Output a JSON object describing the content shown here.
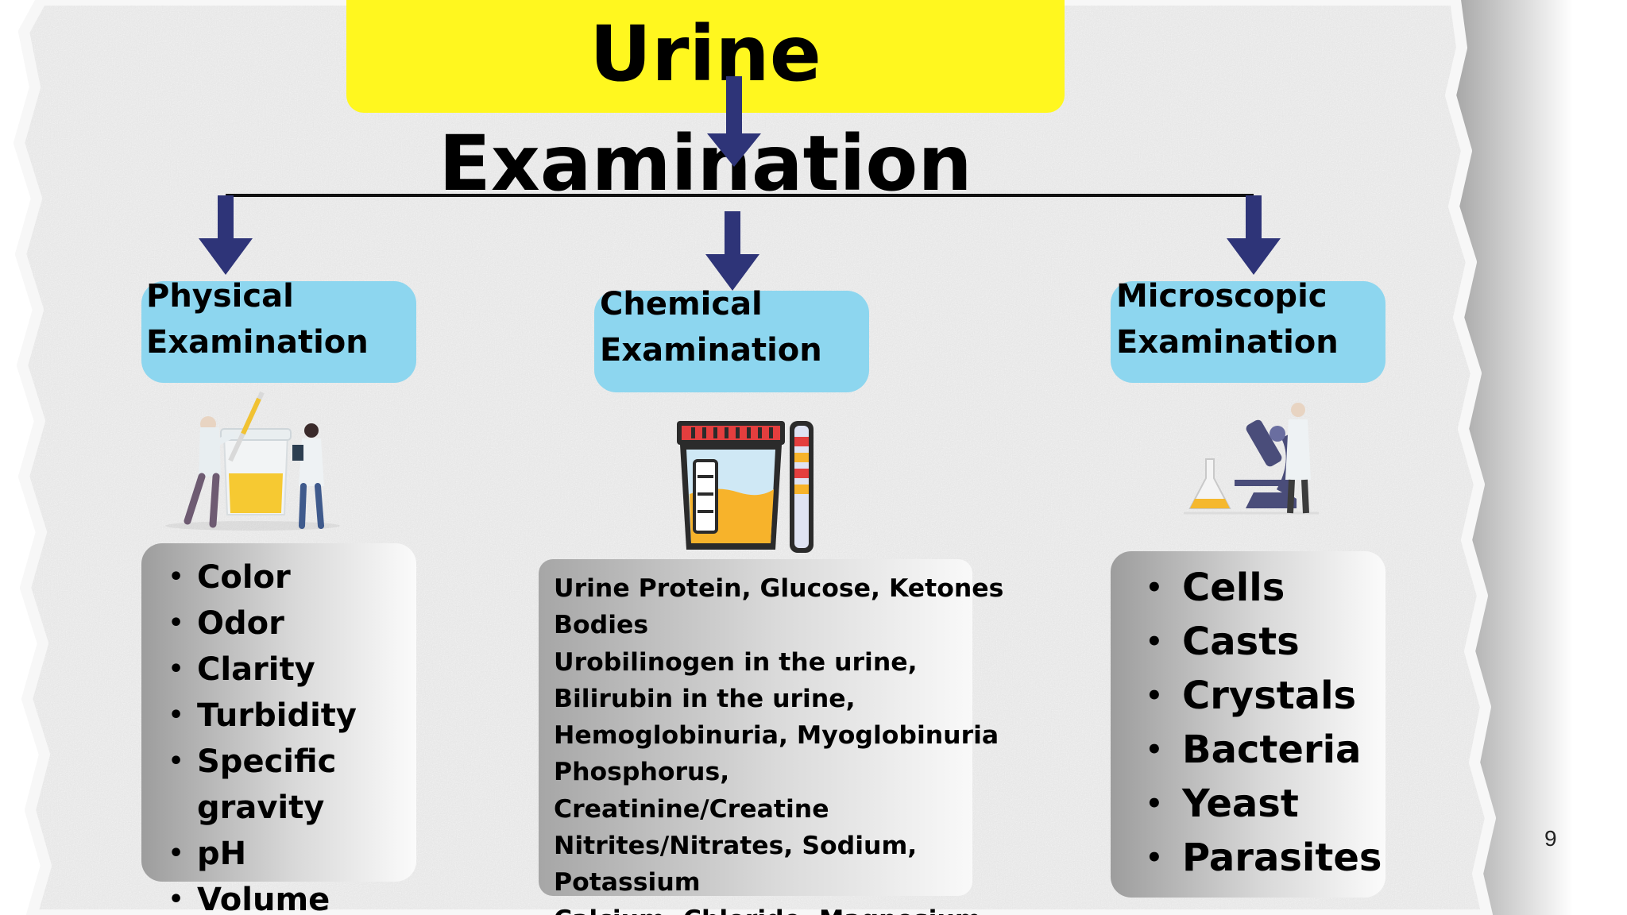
{
  "title": {
    "line1": "Urine",
    "line2": "Examination"
  },
  "colors": {
    "title_bg": "#fff71f",
    "category_bg": "#8dd6ef",
    "arrow": "#2e3478",
    "connector": "#111111"
  },
  "categories": [
    {
      "line1": "Physical",
      "line2": "Examination",
      "icon": "scientists-with-urine-beaker-icon"
    },
    {
      "line1": "Chemical",
      "line2": "Examination",
      "icon": "urine-cup-and-test-strip-icon"
    },
    {
      "line1": "Microscopic",
      "line2": "Examination",
      "icon": "scientist-with-microscope-icon"
    }
  ],
  "physical_items": [
    "Color",
    "Odor",
    "Clarity",
    "Turbidity",
    "Specific",
    "gravity",
    "pH",
    "Volume"
  ],
  "chemical_lines": [
    "Urine Protein, Glucose, Ketones",
    "Bodies",
    "Urobilinogen in the urine,",
    "Bilirubin in the urine,",
    "Hemoglobinuria, Myoglobinuria",
    "Phosphorus,",
    "Creatinine/Creatine",
    "Nitrites/Nitrates, Sodium,",
    "Potassium",
    "Calcium, Chloride, Magnesium"
  ],
  "microscopic_items": [
    "Cells",
    "Casts",
    "Crystals",
    "Bacteria",
    "Yeast",
    "Parasites"
  ],
  "page_number": "9"
}
